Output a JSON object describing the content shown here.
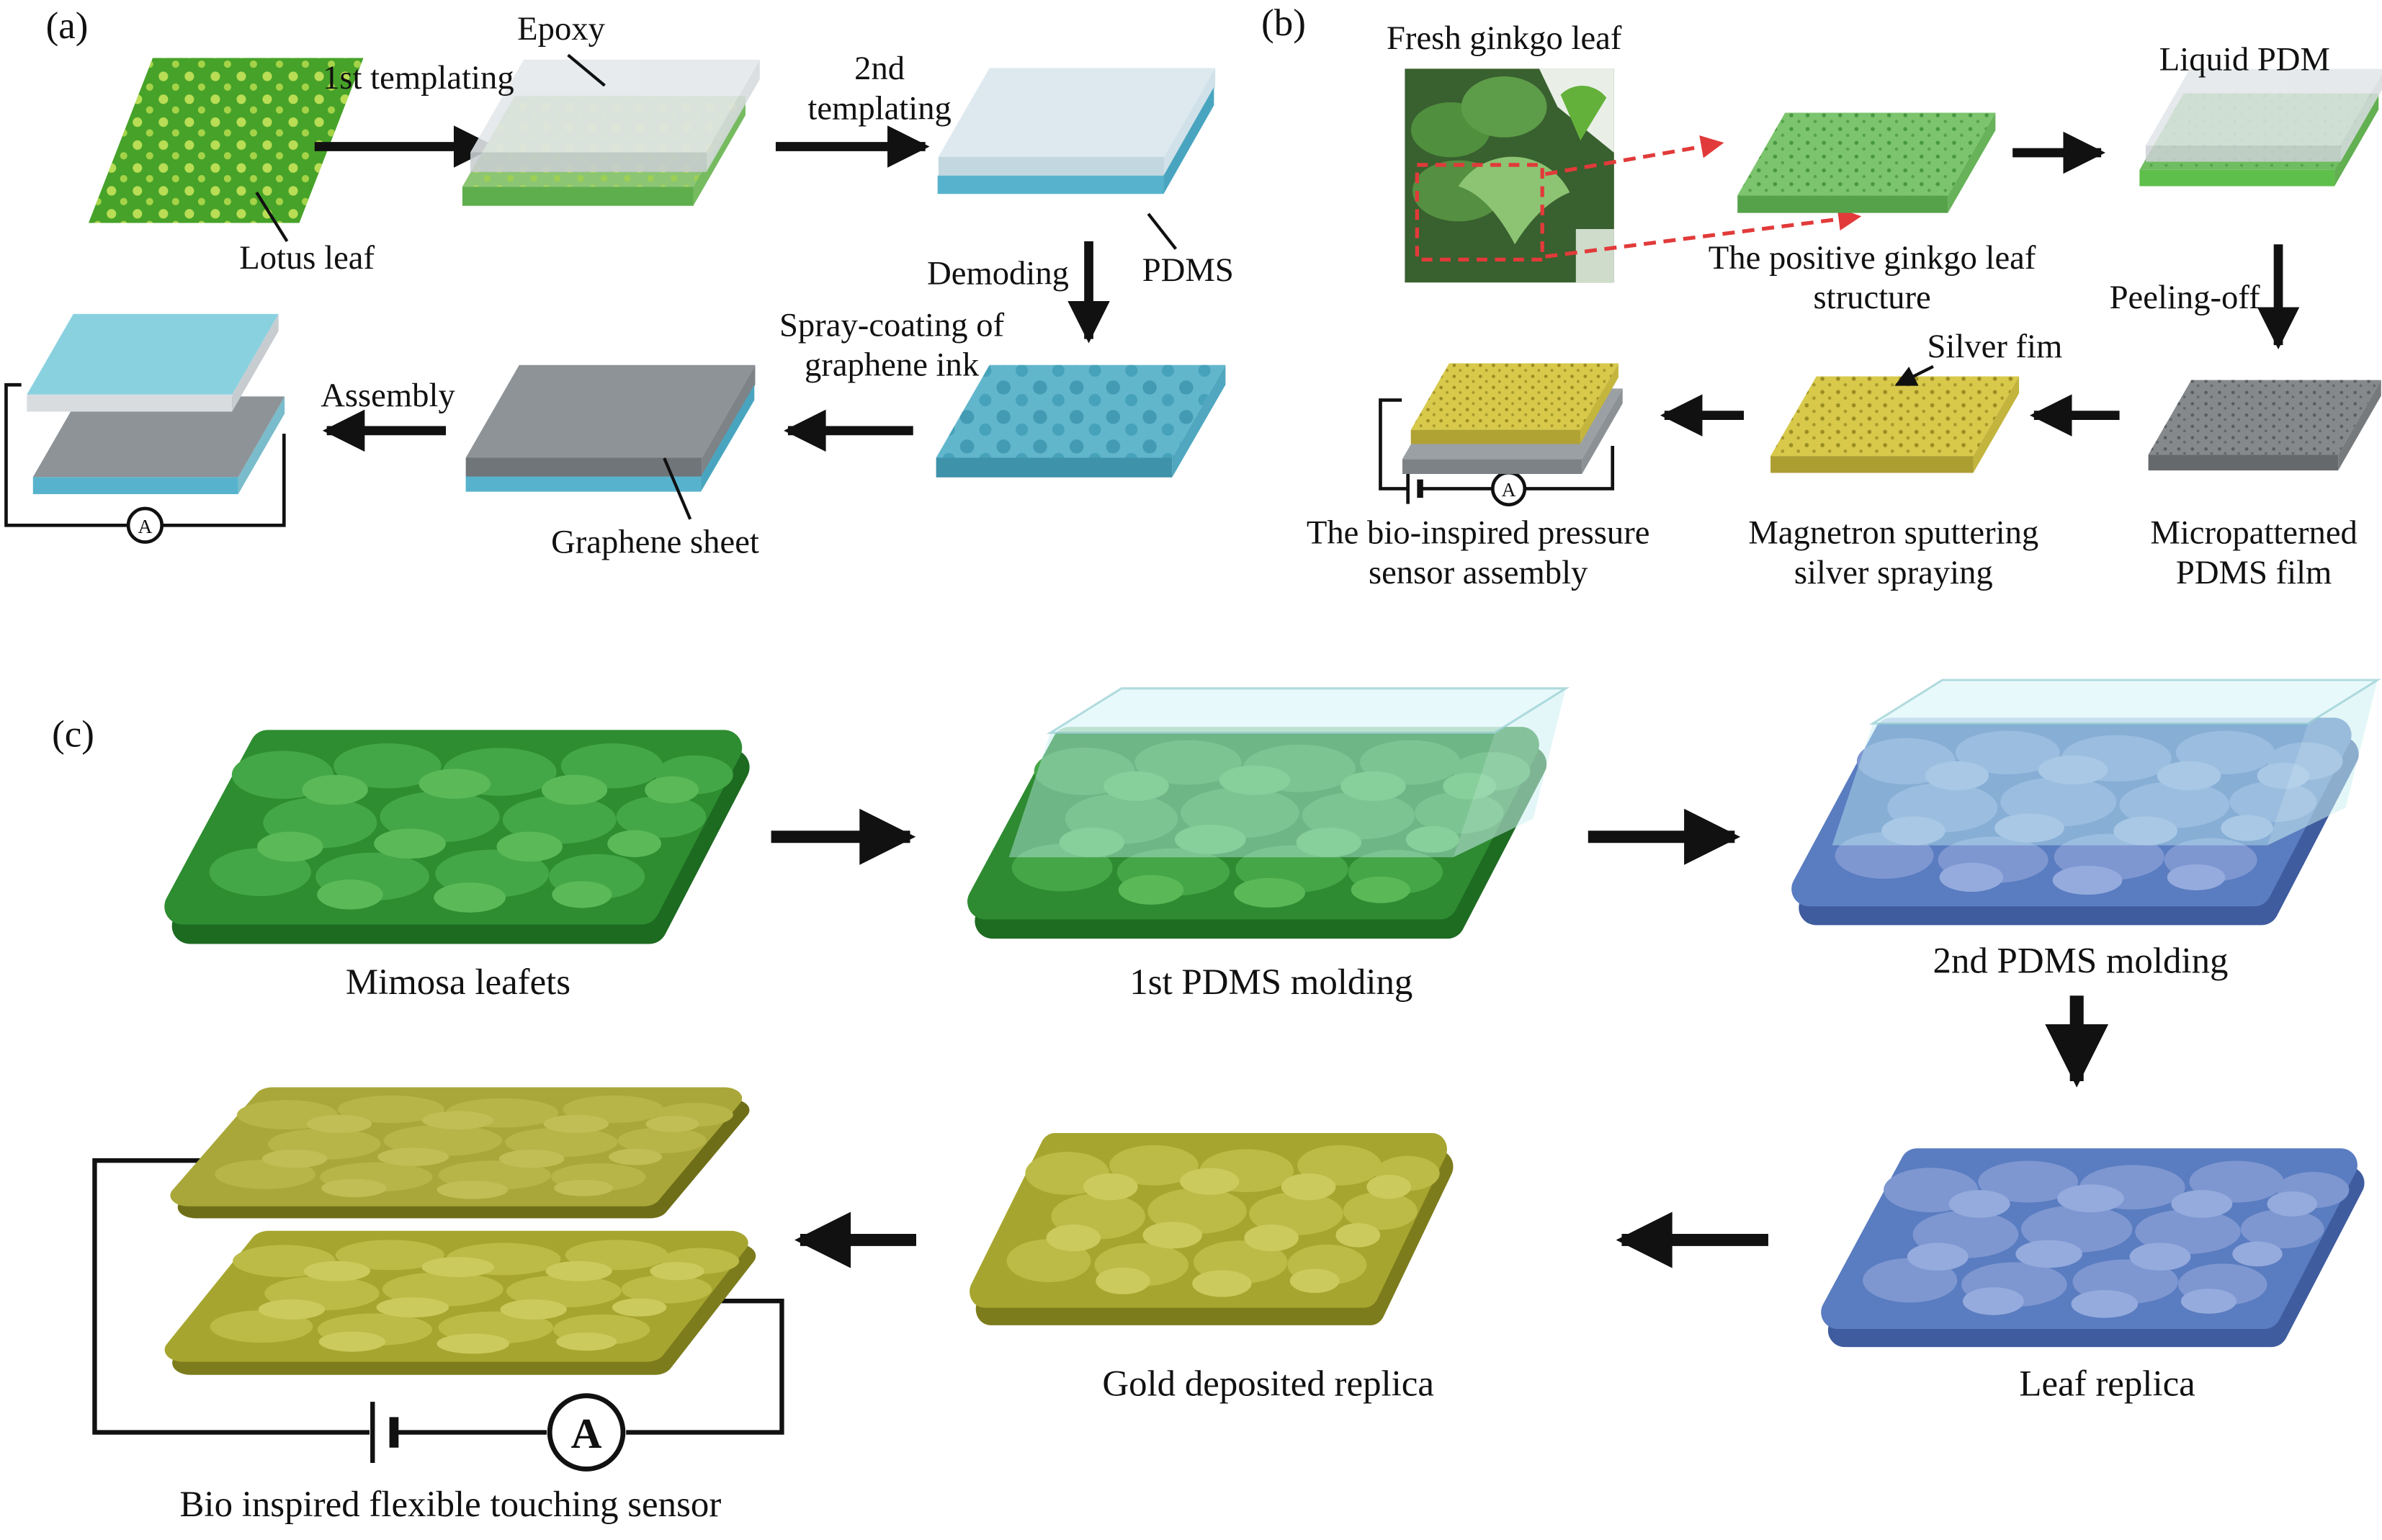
{
  "figure": {
    "type": "fabrication-process-schematic",
    "panels": {
      "a": {
        "tag": "(a)",
        "labels": {
          "lotus_leaf": "Lotus leaf",
          "templating_1": "1st templating",
          "epoxy": "Epoxy",
          "templating_2": "2nd templating",
          "pdms": "PDMS",
          "demoding": "Demoding",
          "spray_coating": "Spray-coating of graphene ink",
          "graphene_sheet": "Graphene sheet",
          "assembly": "Assembly",
          "ammeter": "A"
        }
      },
      "b": {
        "tag": "(b)",
        "labels": {
          "fresh_ginkgo_leaf": "Fresh ginkgo leaf",
          "positive_structure": "The positive ginkgo leaf structure",
          "liquid_pdm": "Liquid PDM",
          "peeling_off": "Peeling-off",
          "silver_film": "Silver fim",
          "magnetron_sputtering": "Magnetron sputtering silver spraying",
          "micropatterned_film": "Micropatterned PDMS film",
          "sensor_assembly": "The bio-inspired pressure sensor assembly",
          "ammeter": "A"
        }
      },
      "c": {
        "tag": "(c)",
        "labels": {
          "mimosa_leaflets": "Mimosa leafets",
          "pdms_molding_1": "1st PDMS molding",
          "pdms_molding_2": "2nd PDMS molding",
          "leaf_replica": "Leaf replica",
          "gold_replica": "Gold deposited replica",
          "touch_sensor": "Bio inspired flexible touching sensor",
          "ammeter": "A"
        }
      }
    },
    "palette": {
      "lotus_green": "#46a228",
      "pdms_cyan": "#57b3cd",
      "pdms_light_blue": "#dde9ef",
      "graphene_gray": "#8e9397",
      "epoxy_gray": "#d9dde1",
      "ginkgo_green": "#7cc46d",
      "silver_yellow": "#d8c94b",
      "micropattern_gray": "#86898c",
      "mimosa_green": "#2e8b31",
      "replica_blue": "#5a7cc0",
      "gold_olive": "#a6a52f",
      "arrow_black": "#111111",
      "highlight_red": "#e23a3a",
      "background": "#ffffff"
    }
  }
}
